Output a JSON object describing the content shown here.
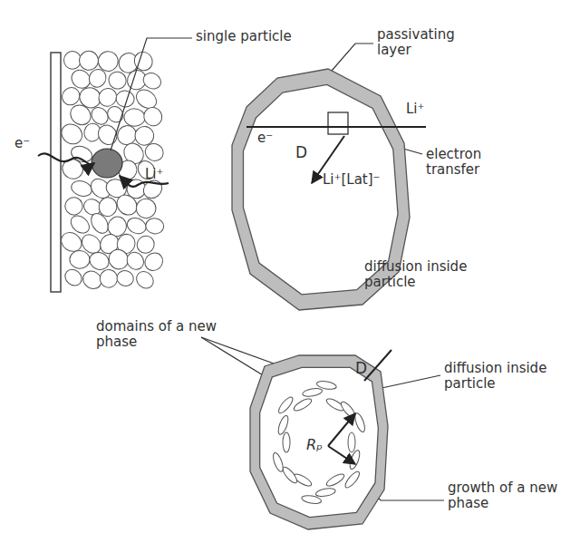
{
  "diagram": {
    "labels": [
      "single particle",
      "passivating layer",
      "e⁻",
      "Li⁺",
      "e⁻",
      "Li⁺",
      "D",
      "Li⁺[Lat]⁻",
      "electron transfer",
      "diffusion inside particle",
      "domains of a new phase",
      "D",
      "diffusion inside particle",
      "Rₚ",
      "growth of a new phase"
    ]
  }
}
